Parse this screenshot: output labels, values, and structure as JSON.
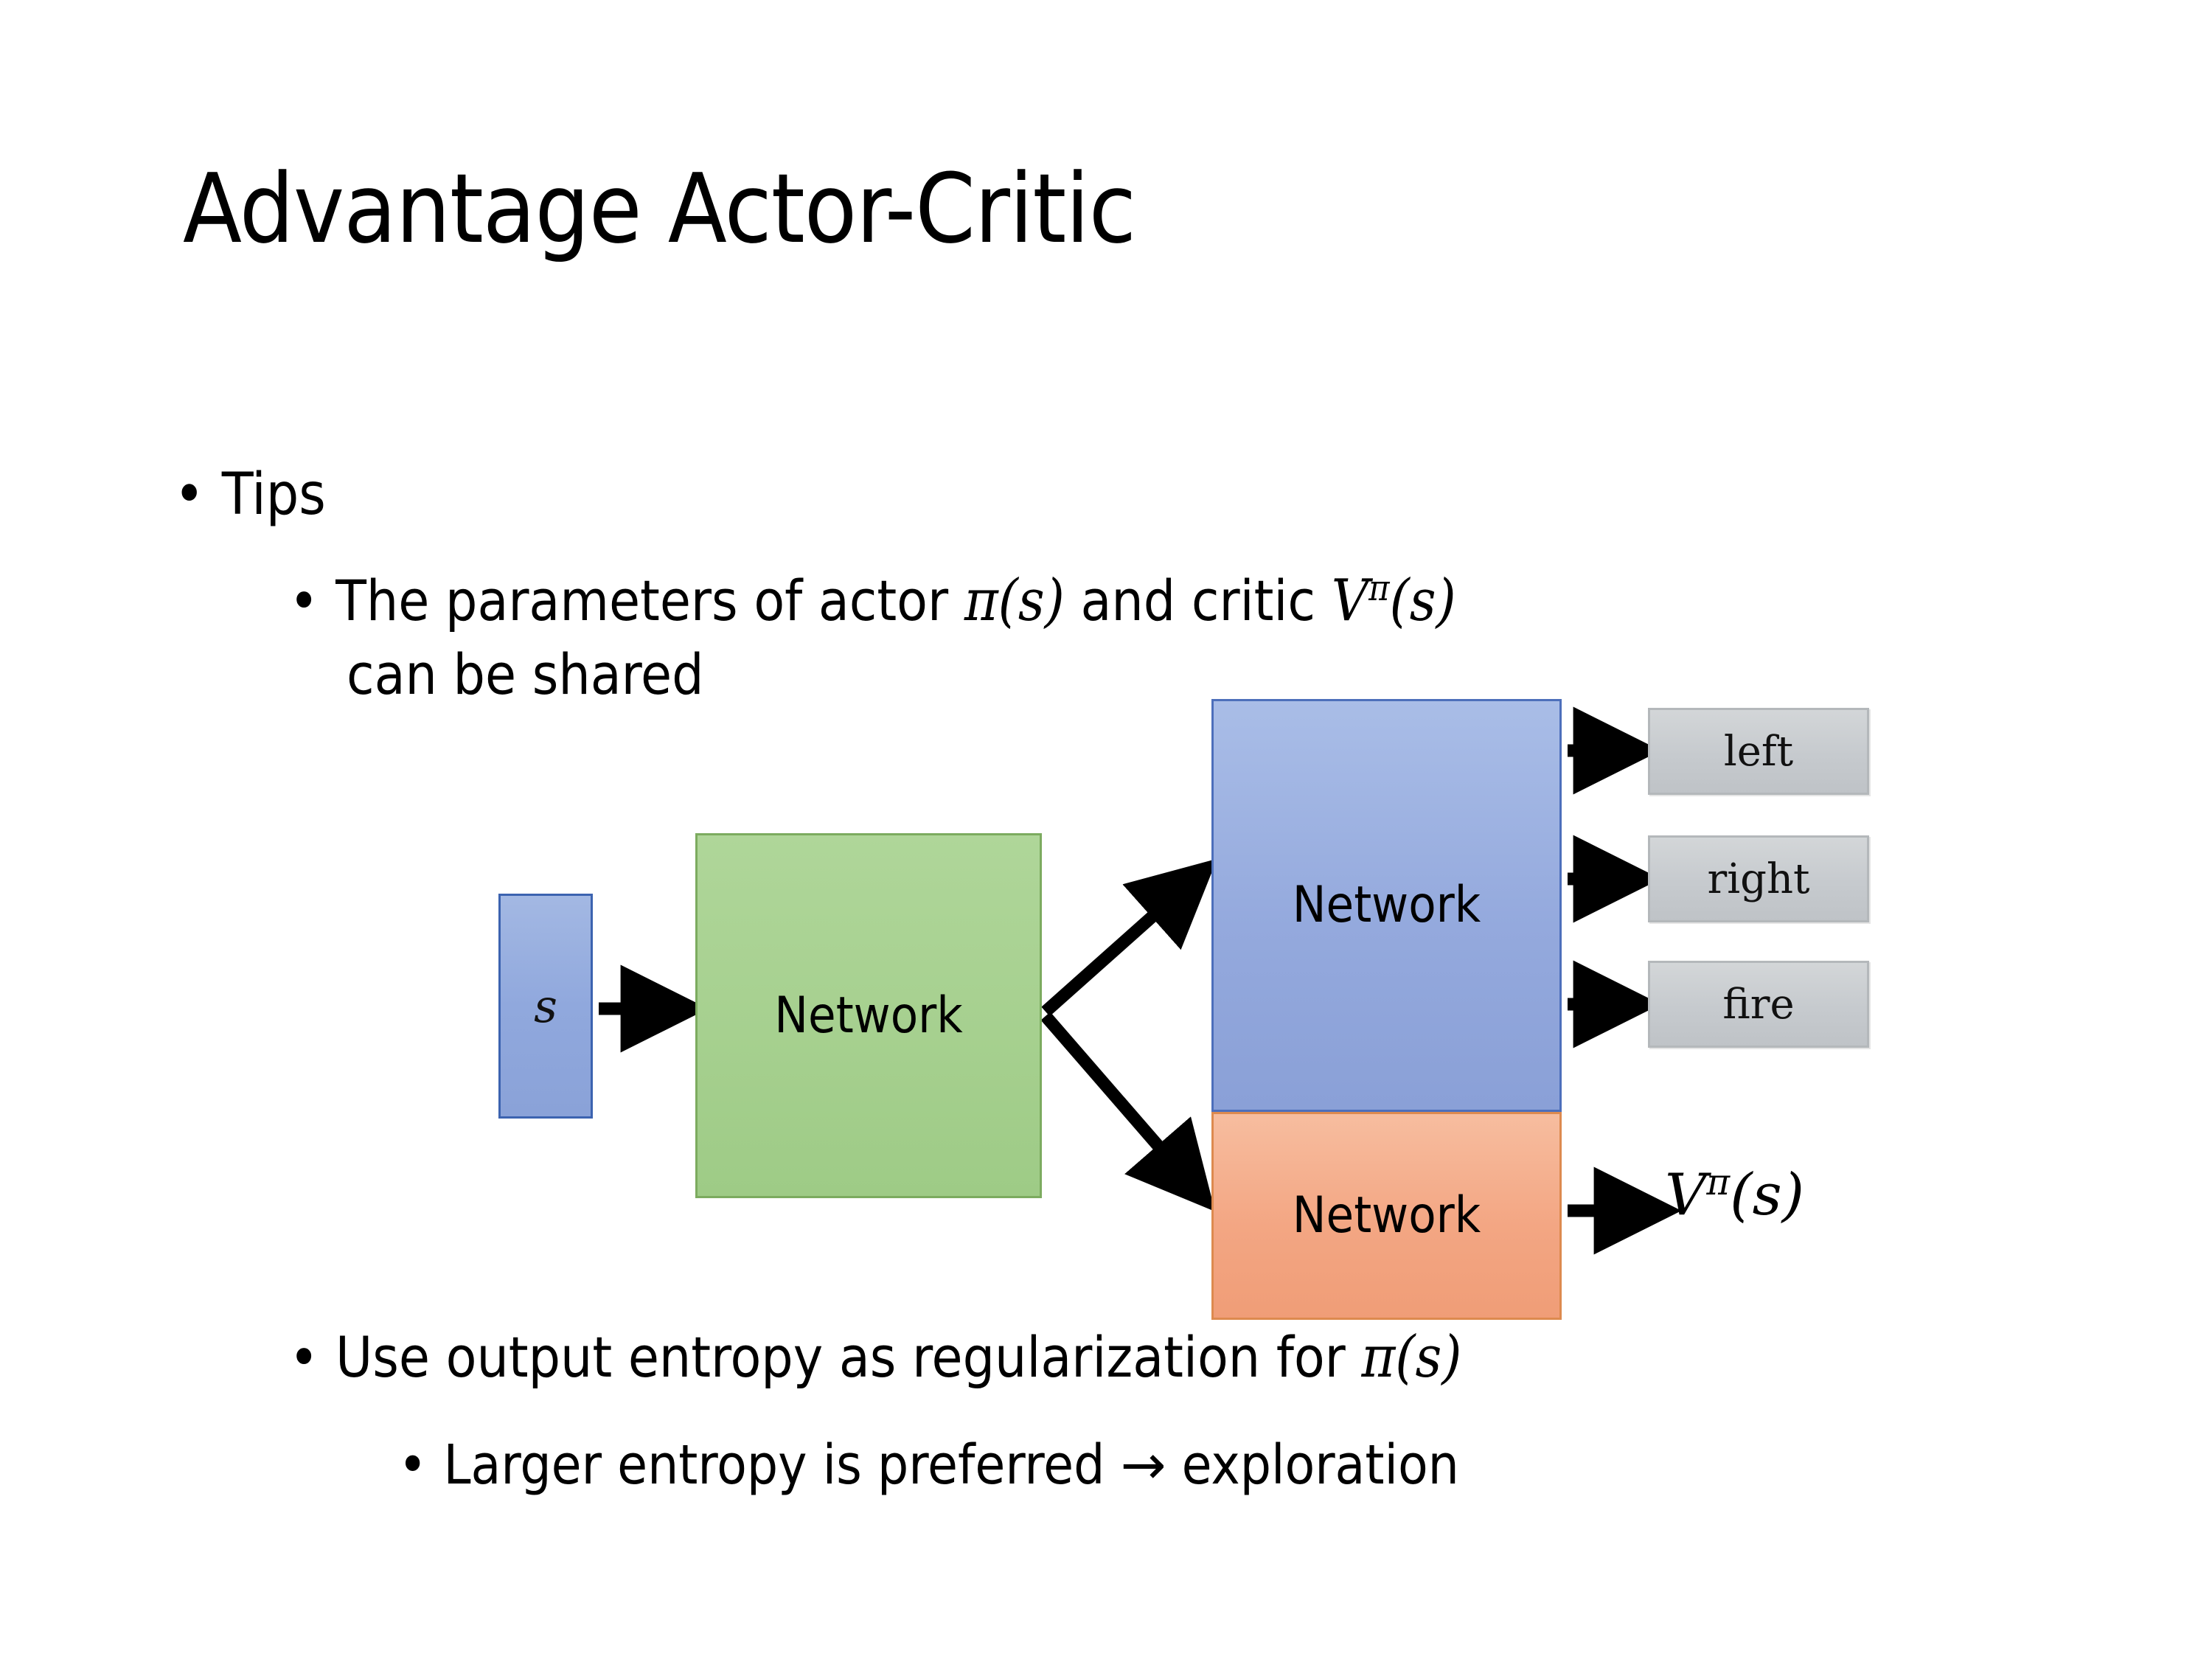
{
  "slide": {
    "title": "Advantage Actor-Critic",
    "background": "#ffffff"
  },
  "bullets": {
    "tips": {
      "marker": "•",
      "text": "Tips"
    },
    "params_line1": {
      "marker": "•",
      "text_before": "The parameters of actor ",
      "math_actor": "π(s)",
      "text_middle": "  and critic ",
      "math_critic_base": "V",
      "math_critic_sup": "π",
      "math_critic_tail": "(s)"
    },
    "params_line2": {
      "text": "can be shared"
    },
    "entropy": {
      "marker": "•",
      "text_before": "Use output entropy as regularization for ",
      "math": "π(s)"
    },
    "larger": {
      "marker": "•",
      "text_before": "Larger entropy is preferred ",
      "arrow": "→",
      "text_after": " exploration"
    }
  },
  "diagram": {
    "input_box": {
      "label": "s",
      "fill": "#8aa2d8",
      "border": "#3c63b0"
    },
    "shared_network": {
      "label": "Network",
      "fill": "#a6d08f",
      "border": "#7cab5f"
    },
    "actor_network": {
      "label": "Network",
      "fill": "#94a9dd",
      "border": "#4d6fbb"
    },
    "critic_network": {
      "label": "Network",
      "fill": "#f3a683",
      "border": "#dd8a4f"
    },
    "actions": [
      {
        "label": "left",
        "fill": "#c6cace",
        "border": "#b4b8bb"
      },
      {
        "label": "right",
        "fill": "#c6cace",
        "border": "#b4b8bb"
      },
      {
        "label": "fire",
        "fill": "#c6cace",
        "border": "#b4b8bb"
      }
    ],
    "critic_output": {
      "base": "V",
      "sup": "π",
      "tail": "(s)"
    },
    "arrow_color": "#000000"
  }
}
